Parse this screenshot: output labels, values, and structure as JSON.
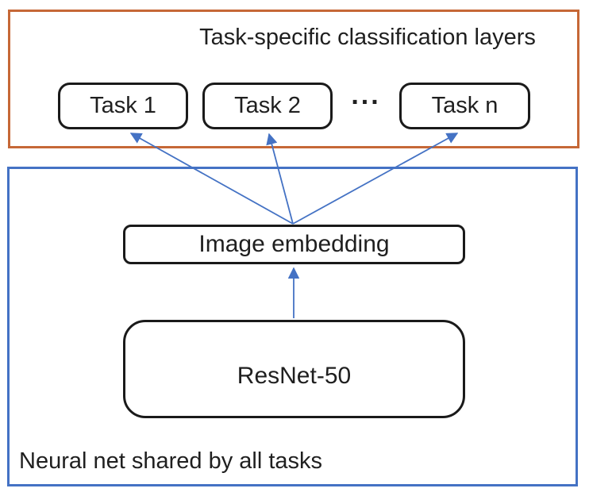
{
  "diagram": {
    "task_layer": {
      "title": "Task-specific classification layers",
      "boxes": [
        {
          "label": "Task 1"
        },
        {
          "label": "Task 2"
        },
        {
          "label": "Task n"
        }
      ],
      "ellipsis": "...",
      "border_color": "#C66837"
    },
    "shared_net": {
      "embedding_label": "Image embedding",
      "backbone_label": "ResNet-50",
      "caption": "Neural net shared by all tasks",
      "border_color": "#4472C4"
    },
    "arrow_color": "#4472C4",
    "box_border_color": "#1A1A1A"
  }
}
